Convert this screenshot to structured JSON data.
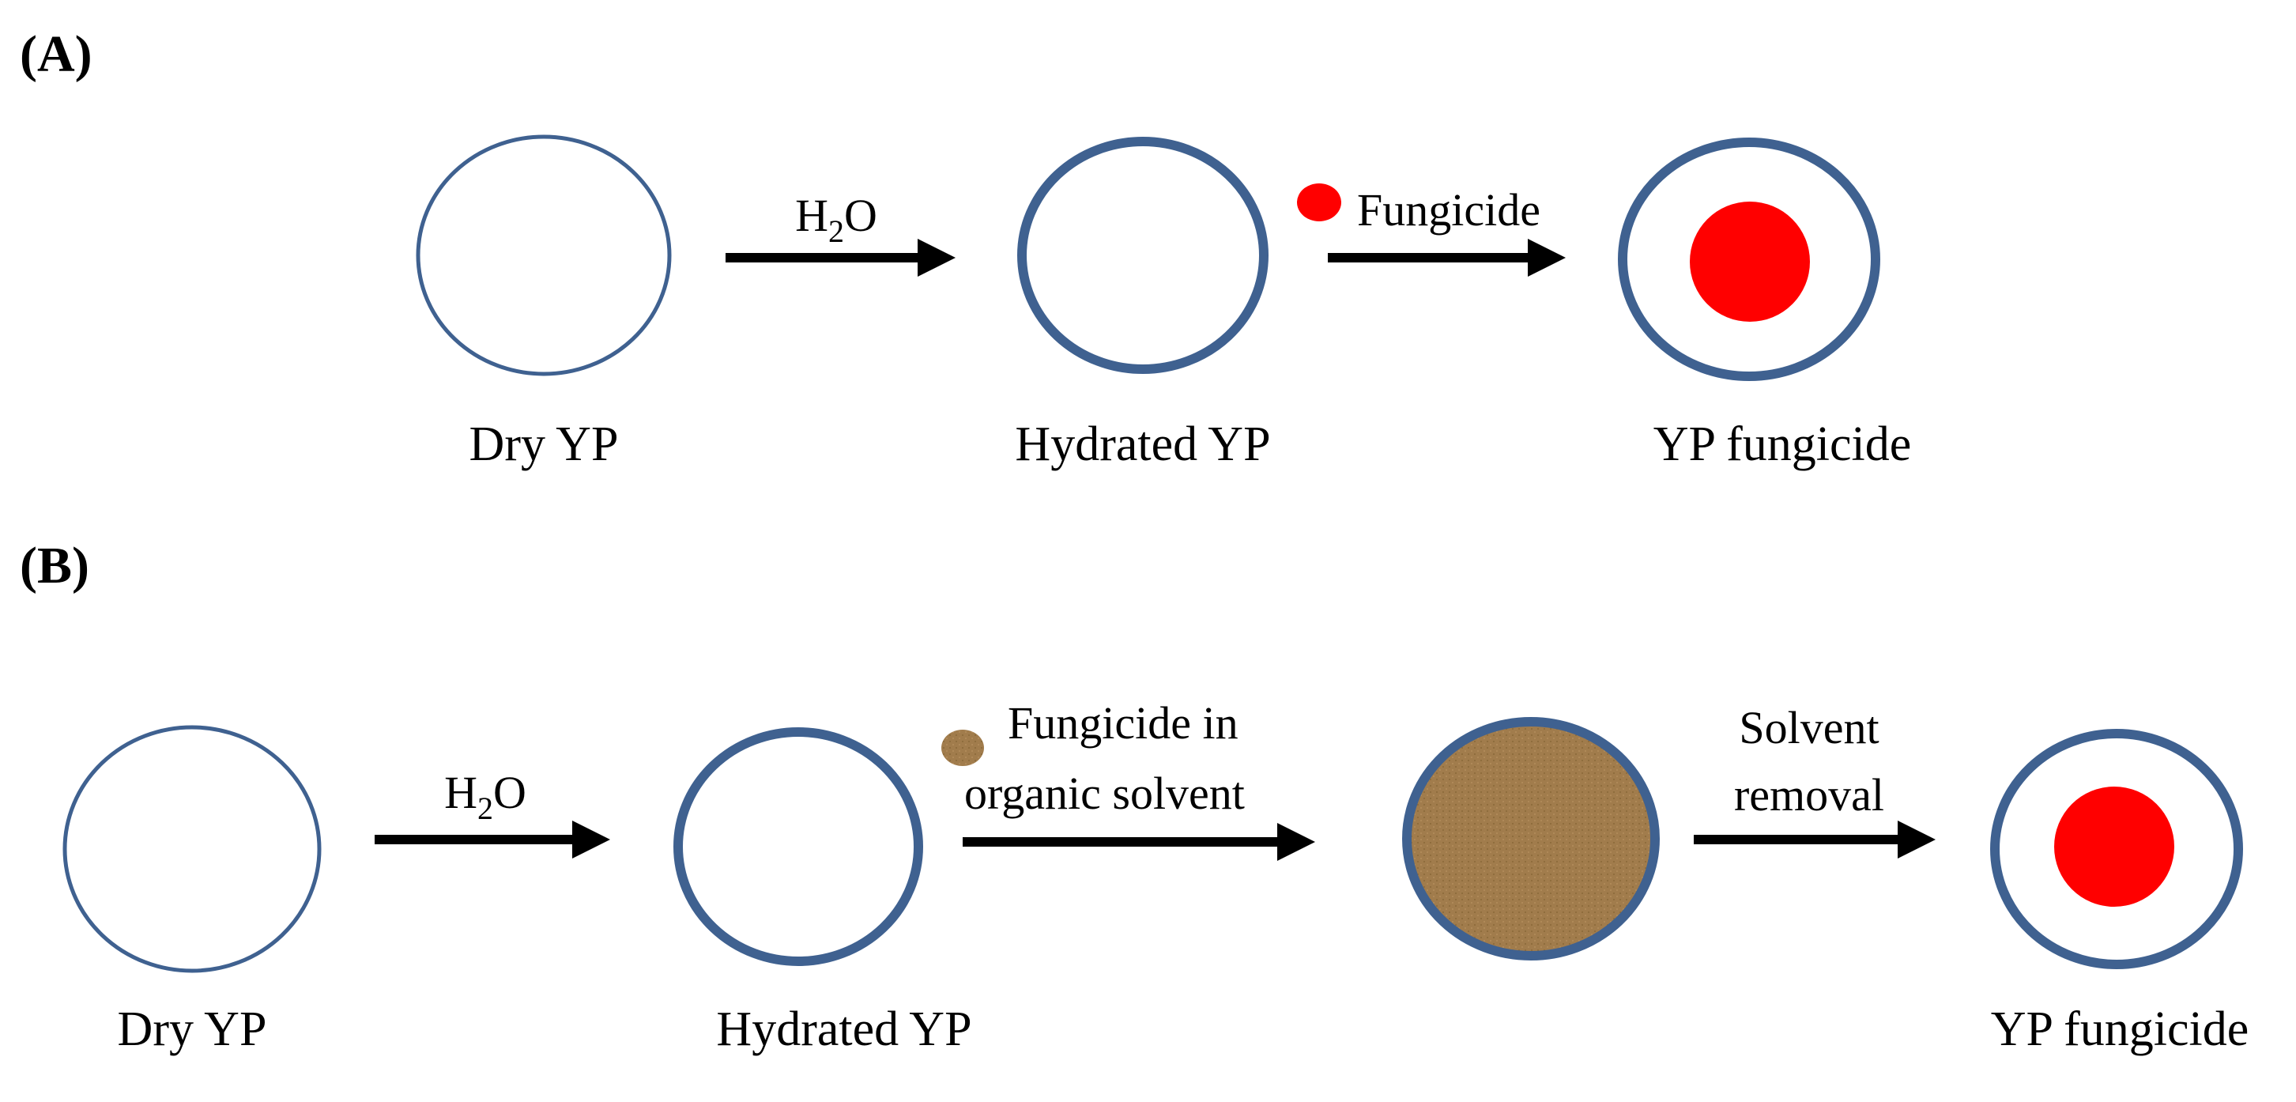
{
  "panels": {
    "a": {
      "label": "(A)",
      "steps": [
        "Dry YP",
        "Hydrated YP",
        "YP fungicide"
      ],
      "arrow1": {
        "prefix": "H",
        "subscript": "2",
        "suffix": "O"
      },
      "arrow2": {
        "label": "Fungicide"
      }
    },
    "b": {
      "label": "(B)",
      "steps": [
        "Dry YP",
        "Hydrated YP",
        "YP fungicide"
      ],
      "arrow1": {
        "prefix": "H",
        "subscript": "2",
        "suffix": "O"
      },
      "arrow2": {
        "line1": "Fungicide in",
        "line2": "organic solvent"
      },
      "arrow3": {
        "line1": "Solvent",
        "line2": "removal"
      }
    }
  },
  "colors": {
    "particle_outline": "#3f6190",
    "fungicide": "#ff0000",
    "solvent": "#a17c4c",
    "arrow": "#000000"
  }
}
